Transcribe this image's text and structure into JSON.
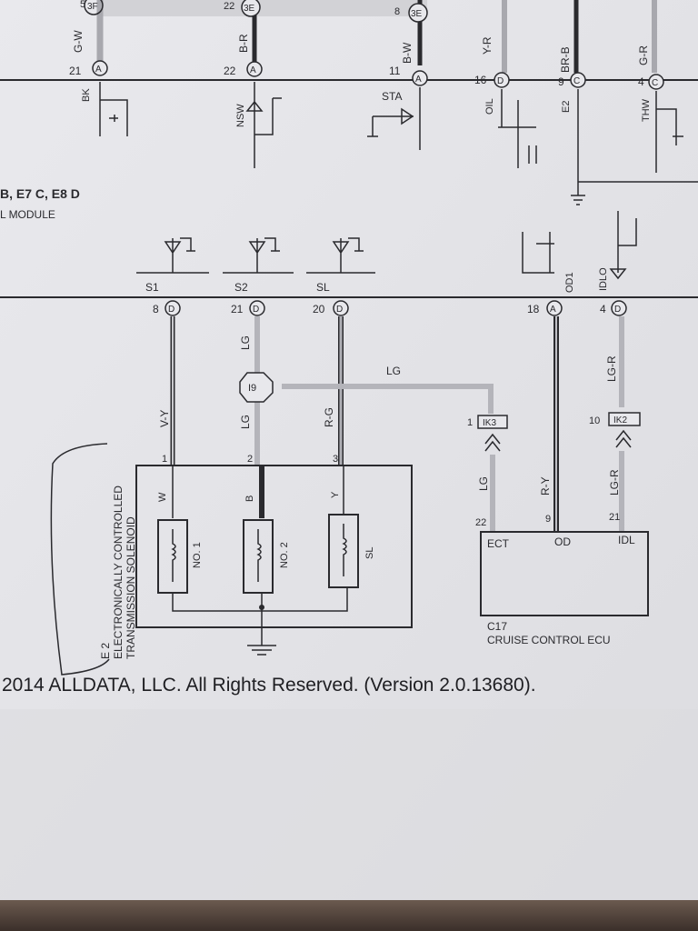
{
  "colors": {
    "paper": "#e6e6ea",
    "ink": "#2a2a2e",
    "wire_gray": "#9a9aa0"
  },
  "top_connectors": [
    {
      "id": "c1",
      "ref": "3F",
      "wire": "G-W",
      "pin": "21",
      "conn": "A",
      "sig": "BK"
    },
    {
      "id": "c2",
      "ref": "3E",
      "wire": "B-R",
      "pin": "22",
      "conn": "A",
      "sig": "NSW"
    },
    {
      "id": "c3",
      "ref": "3E",
      "wire": "B-W",
      "pin": "11",
      "conn": "A",
      "sig": "STA"
    },
    {
      "id": "c4",
      "ref": "",
      "wire": "Y-R",
      "pin": "16",
      "conn": "D",
      "sig": "OIL"
    },
    {
      "id": "c5",
      "ref": "",
      "wire": "BR-B",
      "pin": "9",
      "conn": "C",
      "sig": "E2"
    },
    {
      "id": "c6",
      "ref": "",
      "wire": "G-R",
      "pin": "4",
      "conn": "C",
      "sig": "THW"
    }
  ],
  "top_ref_nums": {
    "a": "5",
    "b": "22",
    "c": "8"
  },
  "module_label": {
    "line1": "B, E7 C, E8 D",
    "line2": "L MODULE"
  },
  "mid_connectors": [
    {
      "sig": "S1",
      "pin": "8",
      "conn": "D",
      "wire": "V-Y"
    },
    {
      "sig": "S2",
      "pin": "21",
      "conn": "D",
      "wire": "LG"
    },
    {
      "sig": "SL",
      "pin": "20",
      "conn": "D",
      "wire": "R-G"
    },
    {
      "sig": "OD1",
      "pin": "18",
      "conn": "A",
      "wire": "R-Y"
    },
    {
      "sig": "IDLO",
      "pin": "4",
      "conn": "D",
      "wire": "LG-R"
    }
  ],
  "splice": "I9",
  "lg_label": "LG",
  "lg_label2": "LG",
  "ik3": {
    "pin": "1",
    "id": "IK3"
  },
  "ik2": {
    "pin": "10",
    "id": "IK2"
  },
  "solenoid": {
    "pins": [
      "1",
      "2",
      "3"
    ],
    "wires": [
      "W",
      "B",
      "Y"
    ],
    "coils": [
      "NO. 1",
      "NO. 2",
      "SL"
    ],
    "code": "E 2",
    "name_line1": "ELECTRONICALLY CONTROLLED",
    "name_line2": "TRANSMISSION SOLENOID"
  },
  "ecu": {
    "pins": [
      "22",
      "9",
      "21"
    ],
    "terminals": [
      "ECT",
      "OD",
      "IDL"
    ],
    "wires": [
      "LG",
      "R-Y",
      "LG-R"
    ],
    "code": "C17",
    "name": "CRUISE CONTROL ECU"
  },
  "copyright": "2014 ALLDATA, LLC. All Rights Reserved. (Version 2.0.13680)."
}
